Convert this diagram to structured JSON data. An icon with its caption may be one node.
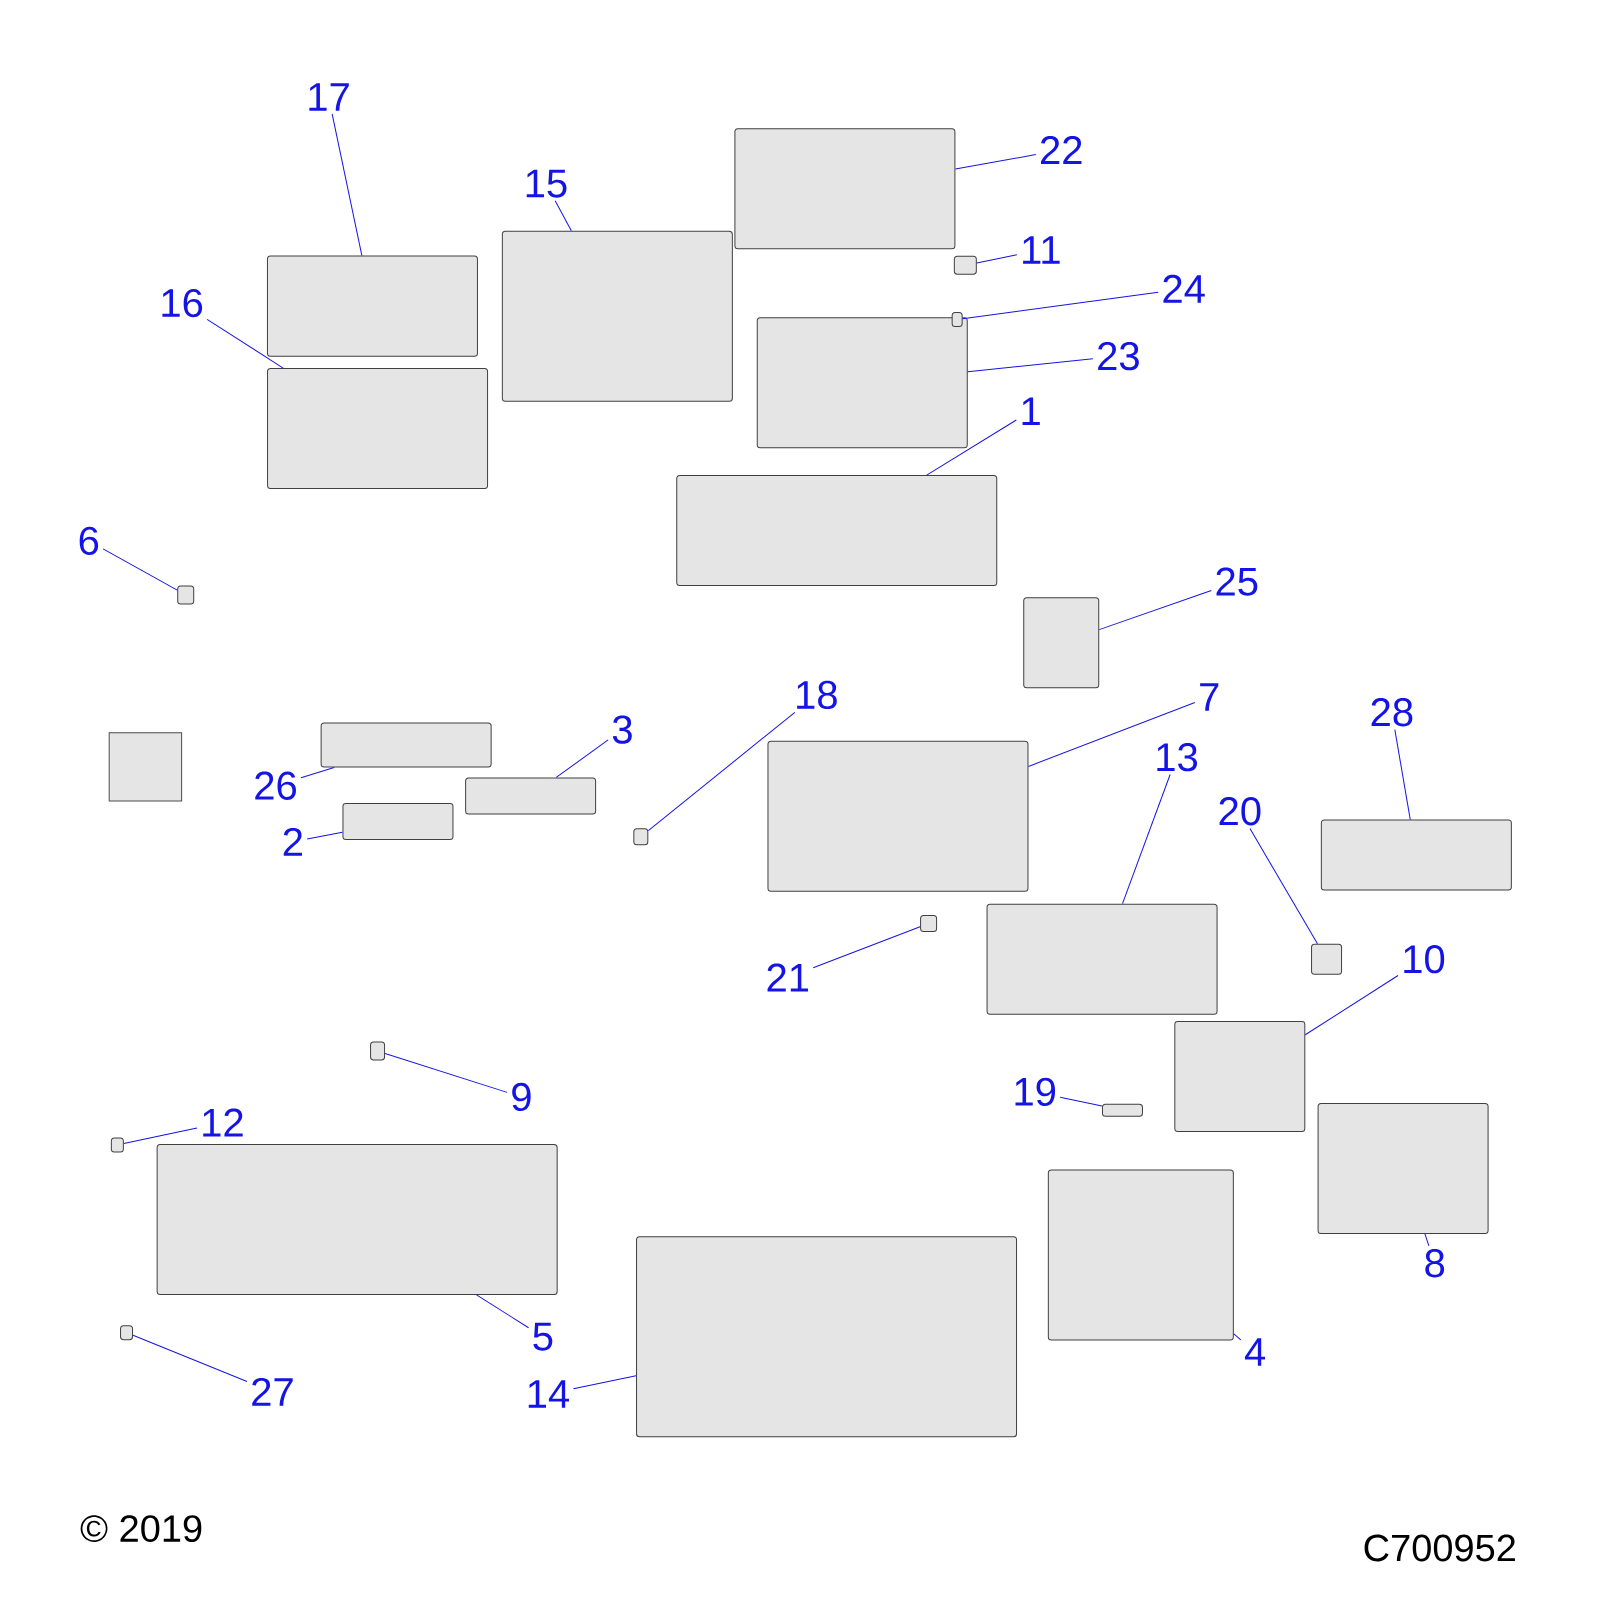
{
  "diagram": {
    "nodes": [
      {
        "text": [
          "1"
        ]
      },
      {
        "text": [
          "2"
        ]
      },
      {
        "text": [
          "3"
        ]
      },
      {
        "text": [
          "4"
        ]
      },
      {
        "text": [
          "5"
        ]
      },
      {
        "text": [
          "6"
        ]
      },
      {
        "text": [
          "7"
        ]
      },
      {
        "text": [
          "8"
        ]
      },
      {
        "text": [
          "9"
        ]
      },
      {
        "text": [
          "10"
        ]
      },
      {
        "text": [
          "11"
        ]
      },
      {
        "text": [
          "12"
        ]
      },
      {
        "text": [
          "13"
        ]
      },
      {
        "text": [
          "14"
        ]
      },
      {
        "text": [
          "15"
        ]
      },
      {
        "text": [
          "16"
        ]
      },
      {
        "text": [
          "17"
        ]
      },
      {
        "text": [
          "18"
        ]
      },
      {
        "text": [
          "19"
        ]
      },
      {
        "text": [
          "20"
        ]
      },
      {
        "text": [
          "21"
        ]
      },
      {
        "text": [
          "22"
        ]
      },
      {
        "text": [
          "23"
        ]
      },
      {
        "text": [
          "24"
        ]
      },
      {
        "text": [
          "25"
        ]
      },
      {
        "text": [
          "26"
        ]
      },
      {
        "text": [
          "27"
        ]
      },
      {
        "text": [
          "28"
        ]
      },
      {
        "text": [],
        "shape": "box"
      },
      {
        "text": [],
        "shape": "box"
      },
      {
        "text": [],
        "shape": "box"
      },
      {
        "text": [],
        "shape": "box"
      },
      {
        "text": [],
        "shape": "box"
      },
      {
        "text": [],
        "shape": "box"
      },
      {
        "text": [],
        "shape": "box"
      },
      {
        "text": [],
        "shape": "box"
      },
      {
        "text": [],
        "shape": "box"
      },
      {
        "text": [],
        "shape": "box"
      },
      {
        "text": [],
        "shape": "box"
      },
      {
        "text": [],
        "shape": "box"
      },
      {
        "text": [],
        "shape": "box"
      },
      {
        "text": [],
        "shape": "box"
      },
      {
        "text": [],
        "shape": "box"
      },
      {
        "text": [],
        "shape": "box"
      },
      {
        "text": [],
        "shape": "box"
      },
      {
        "text": [],
        "shape": "box"
      },
      {
        "text": [],
        "shape": "box"
      },
      {
        "text": [],
        "shape": "box"
      },
      {
        "text": [],
        "shape": "box"
      },
      {
        "text": [],
        "shape": "box"
      },
      {
        "text": [],
        "shape": "box"
      },
      {
        "text": [],
        "shape": "box"
      },
      {
        "text": [],
        "shape": "box"
      },
      {
        "text": [],
        "shape": "box"
      },
      {
        "text": [],
        "shape": "box"
      },
      {
        "text": [],
        "shape": "box"
      }
    ],
    "edges": [
      {
        "from": 0,
        "to": 28,
        "arrow": "none"
      },
      {
        "from": 1,
        "to": 29,
        "arrow": "none"
      },
      {
        "from": 2,
        "to": 30,
        "arrow": "none"
      },
      {
        "from": 3,
        "to": 31,
        "arrow": "none"
      },
      {
        "from": 4,
        "to": 32,
        "arrow": "none"
      },
      {
        "from": 5,
        "to": 33,
        "arrow": "none"
      },
      {
        "from": 6,
        "to": 34,
        "arrow": "none"
      },
      {
        "from": 7,
        "to": 35,
        "arrow": "none"
      },
      {
        "from": 8,
        "to": 36,
        "arrow": "none"
      },
      {
        "from": 9,
        "to": 37,
        "arrow": "none"
      },
      {
        "from": 10,
        "to": 38,
        "arrow": "none"
      },
      {
        "from": 11,
        "to": 39,
        "arrow": "none"
      },
      {
        "from": 12,
        "to": 40,
        "arrow": "none"
      },
      {
        "from": 13,
        "to": 41,
        "arrow": "none"
      },
      {
        "from": 14,
        "to": 42,
        "arrow": "none"
      },
      {
        "from": 15,
        "to": 43,
        "arrow": "none"
      },
      {
        "from": 16,
        "to": 44,
        "arrow": "none"
      },
      {
        "from": 17,
        "to": 45,
        "arrow": "none"
      },
      {
        "from": 18,
        "to": 46,
        "arrow": "none"
      },
      {
        "from": 19,
        "to": 47,
        "arrow": "none"
      },
      {
        "from": 20,
        "to": 48,
        "arrow": "none"
      },
      {
        "from": 21,
        "to": 49,
        "arrow": "none"
      },
      {
        "from": 22,
        "to": 50,
        "arrow": "none"
      },
      {
        "from": 23,
        "to": 51,
        "arrow": "none"
      },
      {
        "from": 24,
        "to": 52,
        "arrow": "none"
      },
      {
        "from": 25,
        "to": 53,
        "arrow": "none"
      },
      {
        "from": 26,
        "to": 54,
        "arrow": "none"
      },
      {
        "from": 27,
        "to": 55,
        "arrow": "none"
      }
    ],
    "labels": [
      "© 2019",
      "C700952"
    ]
  }
}
